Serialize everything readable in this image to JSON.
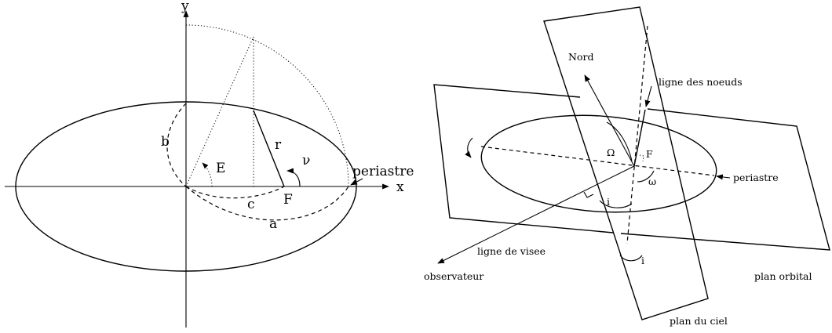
{
  "left_diagram": {
    "axis_x": "x",
    "axis_y": "y",
    "semi_minor": "b",
    "semi_major": "a",
    "focal_distance": "c",
    "focus": "F",
    "radius": "r",
    "eccentric_anomaly": "E",
    "true_anomaly": "ν",
    "periastron": "periastre"
  },
  "right_diagram": {
    "north": "Nord",
    "node_line": "ligne des noeuds",
    "focus": "F",
    "long_node": "Ω",
    "arg_periastron": "ω",
    "periastron": "periastre",
    "inclination_1": "i",
    "inclination_2": "i",
    "line_of_sight": "ligne de visee",
    "observer": "observateur",
    "orbital_plane": "plan orbital",
    "sky_plane": "plan du ciel"
  }
}
